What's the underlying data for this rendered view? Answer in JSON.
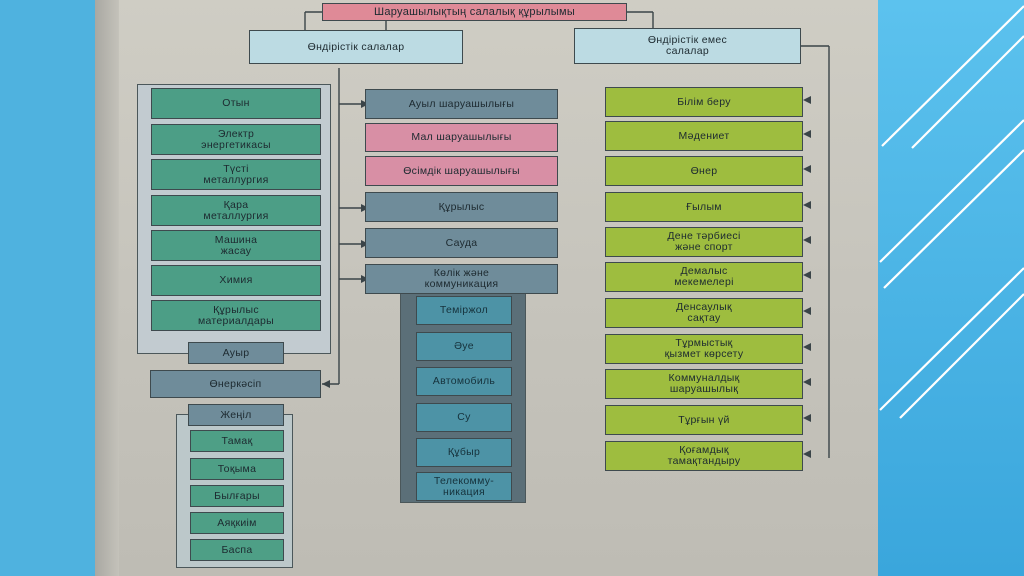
{
  "title": "Шаруашылықтың салалық құрылымы",
  "productive": "Өндірістік салалар",
  "nonproductive": "Өндірістік емес\nсалалар",
  "heavy_items": [
    "Отын",
    "Электр\nэнергетикасы",
    "Түсті\nметаллургия",
    "Қара\nметаллургия",
    "Машина\nжасау",
    "Химия",
    "Құрылыс\nматериалдары"
  ],
  "heavy_label": "Ауыр",
  "industry_label": "Өнеркәсіп",
  "light_label": "Жеңіл",
  "light_items": [
    "Тамақ",
    "Тоқыма",
    "Былғары",
    "Аяқкиім",
    "Баспа"
  ],
  "middle_items": [
    "Ауыл шаруашылығы",
    "Мал шаруашылығы",
    "Өсімдік шаруашылығы",
    "Құрылыс",
    "Сауда",
    "Көлік және\nкоммуникация"
  ],
  "transport_items": [
    "Теміржол",
    "Әуе",
    "Автомобиль",
    "Су",
    "Құбыр",
    "Телекомму-\nникация"
  ],
  "nonprod_items": [
    "Білім беру",
    "Мәдениет",
    "Өнер",
    "Ғылым",
    "Дене тәрбиесі\nжәне спорт",
    "Демалыс\nмекемелері",
    "Денсаулық\nсақтау",
    "Тұрмыстық\nқызмет көрсету",
    "Коммуналдық\nшаруашылық",
    "Тұрғын үй",
    "Қоғамдық\nтамақтандыру"
  ],
  "colors": {
    "background": "#4fb2df",
    "paper": "#cbc9c1",
    "title_box": "#df8a97",
    "category_box": "#bcdbe3",
    "industry_green": "#4c9e86",
    "sector_slate": "#6f8c9a",
    "livestock_pink": "#d88fa5",
    "transport_teal": "#4d93a6",
    "services_olive": "#9ebd3f"
  }
}
